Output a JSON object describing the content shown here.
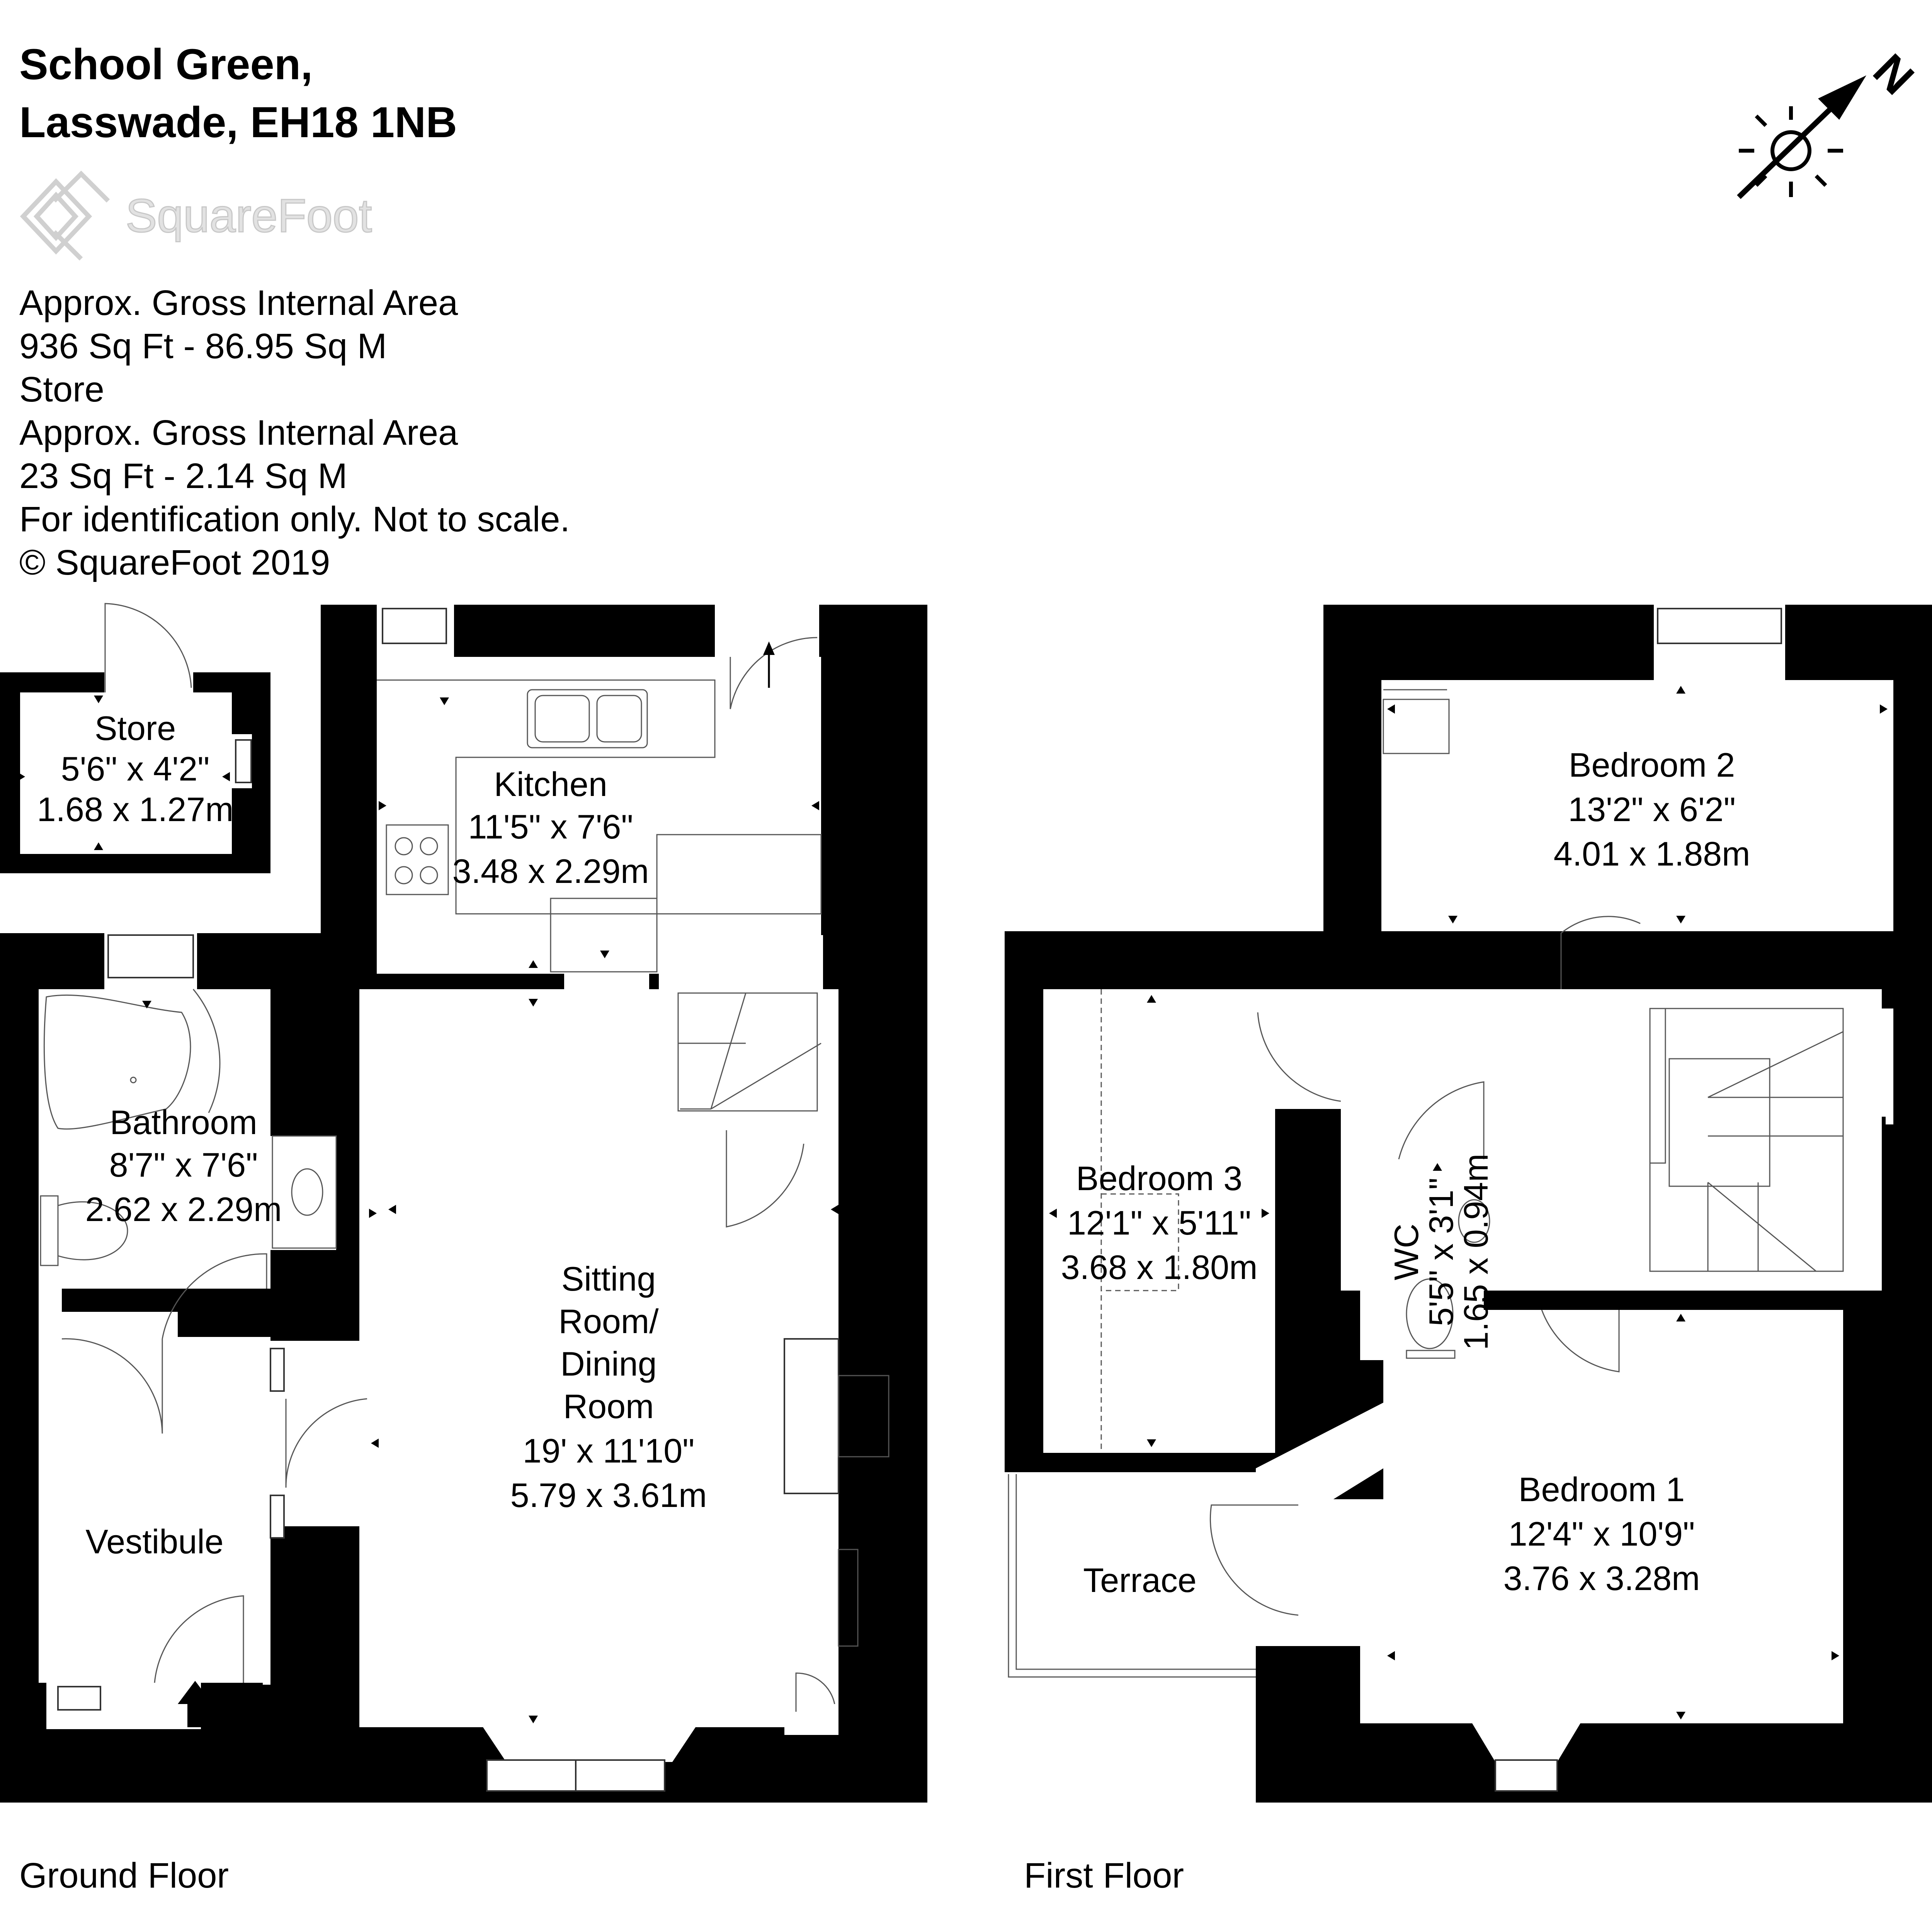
{
  "header": {
    "address_line1": "School Green,",
    "address_line2": "Lasswade, EH18 1NB",
    "logo_text": "SquareFoot",
    "area_lines": [
      "Approx. Gross Internal Area",
      "936 Sq Ft  -  86.95 Sq M",
      "Store",
      "Approx. Gross Internal Area",
      "23 Sq Ft  -  2.14 Sq M",
      "For identification only. Not to scale.",
      "© SquareFoot 2019"
    ],
    "compass_label": "N"
  },
  "ground_floor": {
    "label": "Ground Floor",
    "rooms": {
      "store": {
        "lines": [
          "Store",
          "5'6\" x 4'2\"",
          "1.68 x 1.27m"
        ]
      },
      "kitchen": {
        "lines": [
          "Kitchen",
          "11'5\" x 7'6\"",
          "3.48 x 2.29m"
        ]
      },
      "bathroom": {
        "lines": [
          "Bathroom",
          "8'7\" x 7'6\"",
          "2.62 x 2.29m"
        ]
      },
      "sitting": {
        "lines": [
          "Sitting",
          "Room/",
          "Dining",
          "Room",
          "19' x 11'10\"",
          "5.79 x 3.61m"
        ]
      },
      "vestibule": {
        "lines": [
          "Vestibule"
        ]
      }
    }
  },
  "first_floor": {
    "label": "First Floor",
    "rooms": {
      "bedroom2": {
        "lines": [
          "Bedroom 2",
          "13'2\" x 6'2\"",
          "4.01 x 1.88m"
        ]
      },
      "bedroom3": {
        "lines": [
          "Bedroom 3",
          "12'1\" x 5'11\"",
          "3.68 x 1.80m"
        ]
      },
      "wc": {
        "lines": [
          "WC",
          "5'5\" x 3'1\"",
          "1.65 x 0.94m"
        ]
      },
      "bedroom1": {
        "lines": [
          "Bedroom 1",
          "12'4\" x 10'9\"",
          "3.76 x 3.28m"
        ]
      },
      "terrace": {
        "lines": [
          "Terrace"
        ]
      }
    }
  }
}
